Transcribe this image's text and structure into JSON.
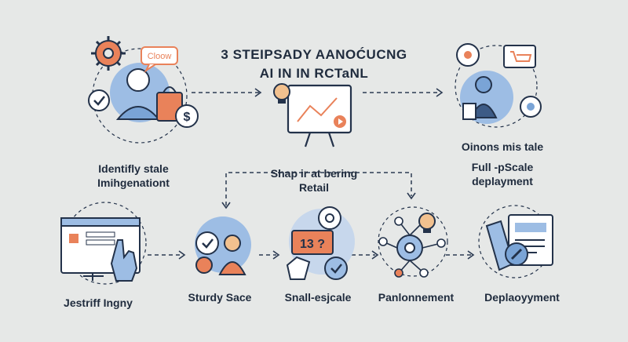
{
  "title": {
    "line1": "3 STEIPSADY AANOĆUCNG",
    "line2": "AI IN IN RCTaNL"
  },
  "top_bubble": "Cloow",
  "middle_caption": {
    "line1": "Shap ir at bering",
    "line2": "Retail"
  },
  "top_left_label": {
    "line1": "Identifly stale",
    "line2": "Imihgenationt"
  },
  "top_right_label": {
    "line1": "Oinons mis tale",
    "line2": "Full -pScale",
    "line3": "deplayment"
  },
  "bottom_labels": [
    "Jestriff Ingny",
    "Sturdy Sace",
    "Snall-esjcale",
    "Panlonnement",
    "Deplaoyyment"
  ],
  "badge_text": "13 ?",
  "colors": {
    "blue": "#7aa4d6",
    "orange": "#e9825a",
    "navy": "#23324a",
    "bg": "#e6e8e7"
  },
  "icons": [
    "gear-icon",
    "person-icon",
    "shopping-bag-icon",
    "dollar-gear-icon",
    "lightbulb-icon",
    "presentation-board-icon",
    "shopping-cart-icon",
    "browser-window-icon",
    "hand-icon",
    "checkmark-icon",
    "network-icon",
    "document-icon"
  ]
}
